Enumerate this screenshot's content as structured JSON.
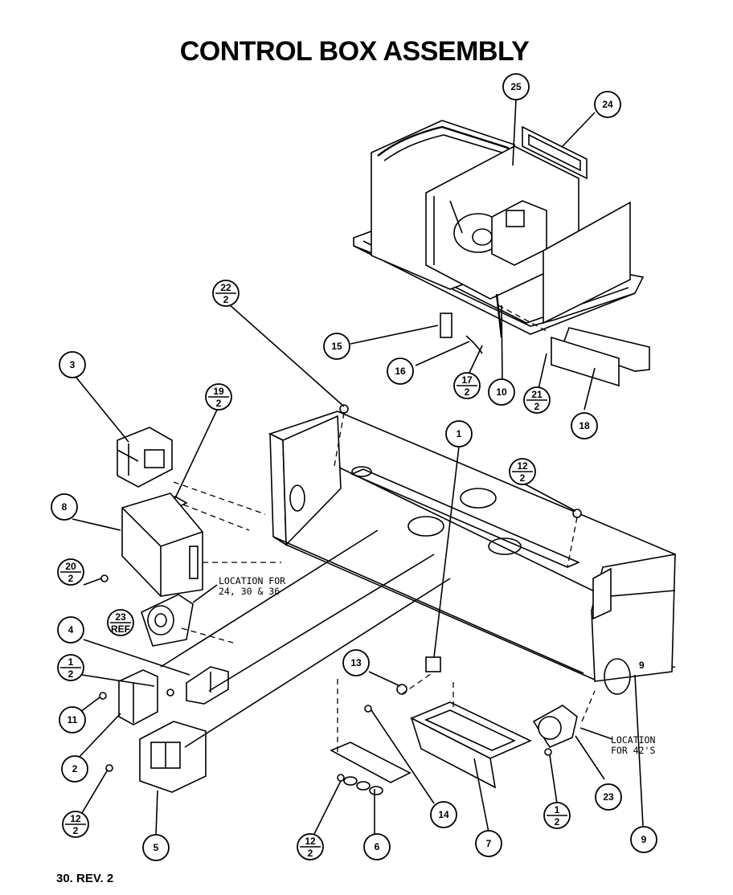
{
  "diagram": {
    "title": "CONTROL BOX ASSEMBLY",
    "footer": "30. REV. 2",
    "location_notes": {
      "small_units": [
        "LOCATION FOR",
        "24, 30 & 36"
      ],
      "large_units": [
        "LOCATION",
        "FOR 42'S"
      ]
    },
    "callouts": {
      "c25": "25",
      "c24": "24",
      "c15": "15",
      "c16": "16",
      "c17": [
        "17",
        "2"
      ],
      "c10": "10",
      "c21": [
        "21",
        "2"
      ],
      "c18": "18",
      "c22": [
        "22",
        "2"
      ],
      "c3": "3",
      "c19": [
        "19",
        "2"
      ],
      "c1": "1",
      "c12a": [
        "12",
        "2"
      ],
      "c8": "8",
      "c20": [
        "20",
        "2"
      ],
      "c23a": [
        "23",
        "REF"
      ],
      "c4": "4",
      "c1b": [
        "1",
        "2"
      ],
      "c11": "11",
      "c13": "13",
      "c2": "2",
      "c12b": [
        "12",
        "2"
      ],
      "c5": "5",
      "c12c": [
        "12",
        "2"
      ],
      "c6": "6",
      "c14": "14",
      "c7": "7",
      "c1c": [
        "1",
        "2"
      ],
      "c23b": "23",
      "c9": "9"
    },
    "label_on_part": "9"
  }
}
